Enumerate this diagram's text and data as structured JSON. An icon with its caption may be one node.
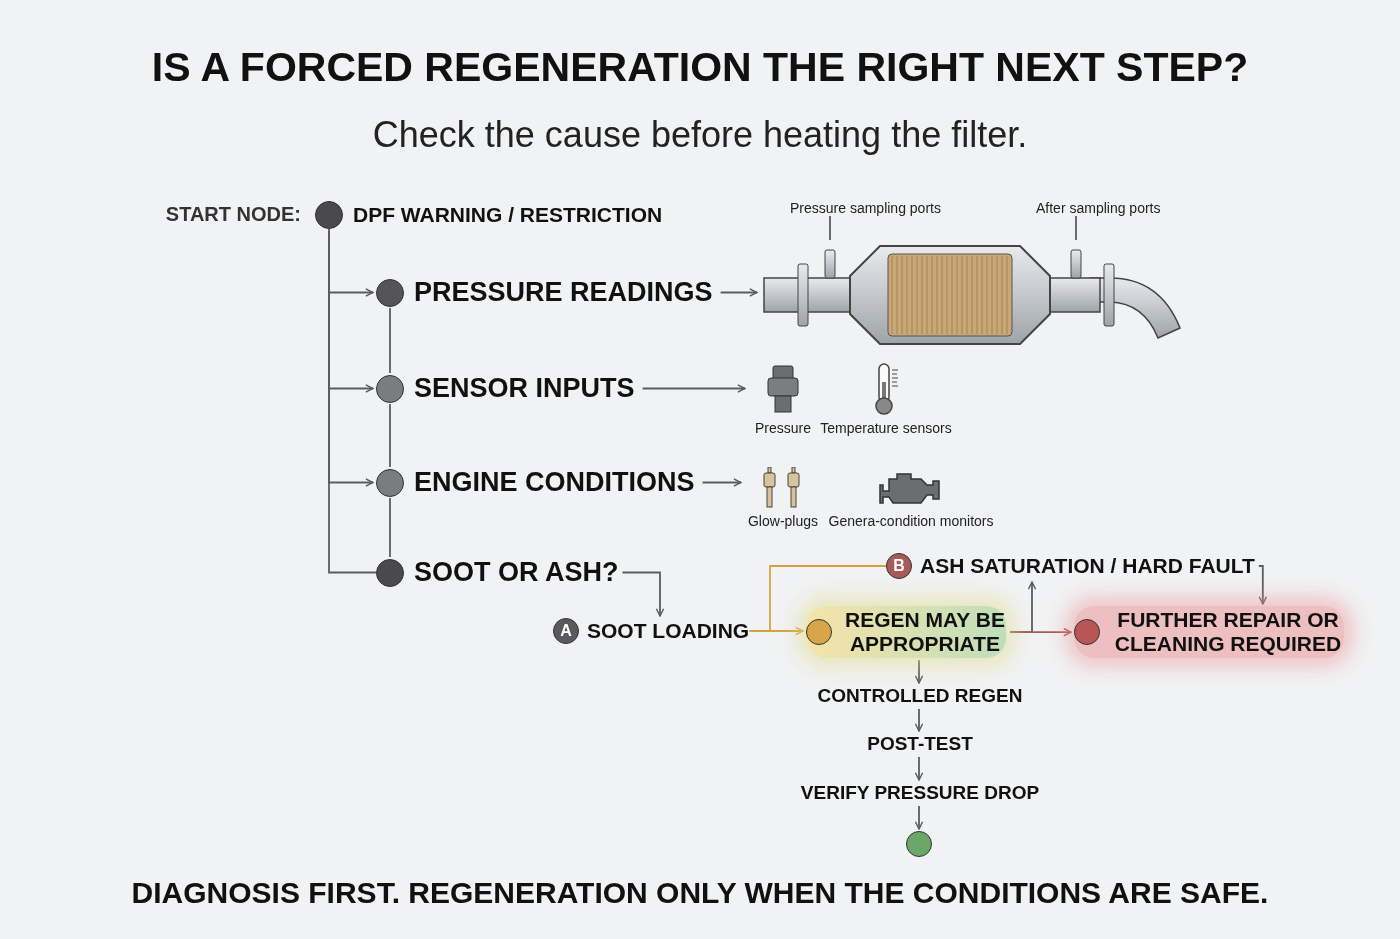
{
  "diagram": {
    "title": "IS A FORCED REGENERATION THE RIGHT NEXT STEP?",
    "caption": "DIAGNOSIS FIRST. REGENERATION ONLY WHEN THE CONDITIONS ARE SAFE.",
    "labels": [
      "Check the cause before heating the filter."
    ],
    "nodes": [
      {
        "text": [
          "DPF WARNING / RESTRICTION"
        ],
        "beside": [
          "START NODE:"
        ]
      },
      {
        "text": [
          "PRESSURE READINGS"
        ]
      },
      {
        "text": [
          "SENSOR INPUTS"
        ]
      },
      {
        "text": [
          "ENGINE CONDITIONS"
        ]
      },
      {
        "text": [
          "SOOT OR ASH?"
        ]
      },
      {
        "text": [
          "Pressure sampling ports"
        ]
      },
      {
        "text": [
          "After sampling ports"
        ]
      },
      {
        "text": [],
        "shape": "picture"
      },
      {
        "text": [
          "Pressure"
        ]
      },
      {
        "text": [
          "Temperature sensors"
        ]
      },
      {
        "text": [
          "Glow-plugs"
        ]
      },
      {
        "text": [
          "Genera-condition monitors"
        ]
      },
      {
        "text": [
          "A",
          "SOOT LOADING"
        ]
      },
      {
        "text": [
          "B",
          "ASH SATURATION / HARD FAULT"
        ]
      },
      {
        "text": [
          "REGEN MAY BE APPROPRIATE"
        ]
      },
      {
        "text": [
          "FURTHER REPAIR OR CLEANING REQUIRED"
        ]
      },
      {
        "text": [
          "CONTROLLED REGEN"
        ]
      },
      {
        "text": [
          "POST-TEST"
        ]
      },
      {
        "text": [
          "VERIFY PRESSURE DROP"
        ]
      },
      {
        "text": [],
        "shape": "circle"
      }
    ],
    "edges": [
      {
        "from": 0,
        "to": 1,
        "arrow": "to"
      },
      {
        "from": 0,
        "to": 2,
        "arrow": "to"
      },
      {
        "from": 0,
        "to": 3,
        "arrow": "to"
      },
      {
        "from": 0,
        "to": 4,
        "arrow": "none"
      },
      {
        "from": 1,
        "to": 2,
        "arrow": "none"
      },
      {
        "from": 2,
        "to": 3,
        "arrow": "none"
      },
      {
        "from": 3,
        "to": 4,
        "arrow": "none"
      },
      {
        "from": 1,
        "to": 7,
        "arrow": "to"
      },
      {
        "from": 2,
        "to": 8,
        "arrow": "to"
      },
      {
        "from": 3,
        "to": 10,
        "arrow": "to"
      },
      {
        "from": 4,
        "to": 12,
        "arrow": "to"
      },
      {
        "from": 12,
        "to": 13,
        "arrow": "none",
        "color": "#d9a043"
      },
      {
        "from": 12,
        "to": 14,
        "arrow": "to",
        "color": "#d9a043"
      },
      {
        "from": 14,
        "to": 13,
        "arrow": "to"
      },
      {
        "from": 14,
        "to": 15,
        "arrow": "to",
        "color": "#a85a5a"
      },
      {
        "from": 13,
        "to": 15,
        "arrow": "to"
      },
      {
        "from": 14,
        "to": 16,
        "arrow": "to"
      },
      {
        "from": 16,
        "to": 17,
        "arrow": "to"
      },
      {
        "from": 17,
        "to": 18,
        "arrow": "to"
      },
      {
        "from": 18,
        "to": 19,
        "arrow": "to"
      },
      {
        "from": 5,
        "to": 7,
        "arrow": "none"
      },
      {
        "from": 6,
        "to": 7,
        "arrow": "none"
      }
    ]
  }
}
